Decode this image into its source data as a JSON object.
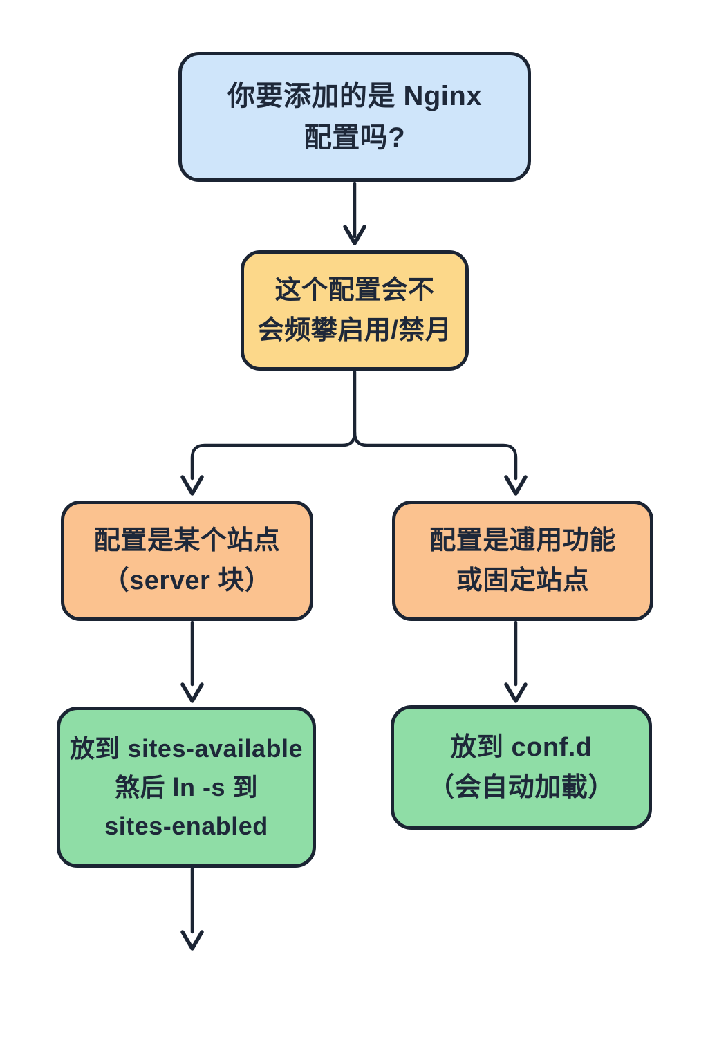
{
  "diagram": {
    "type": "flowchart",
    "background_color": "#ffffff",
    "stroke_color": "#1b2433",
    "text_color": "#1e2839",
    "nodes": {
      "start": {
        "shape": "rounded-rect",
        "fill": "#cfe5fa",
        "lines": [
          "你要添加的是 Nginx",
          "配置吗?"
        ]
      },
      "decision": {
        "shape": "rounded-rect",
        "fill": "#fcd88a",
        "lines": [
          "这个配置会不",
          "会频攀启用/禁月"
        ]
      },
      "branch_server": {
        "shape": "rounded-rect",
        "fill": "#fbc28f",
        "lines": [
          "配置是某个站点",
          "（server 块）"
        ]
      },
      "branch_general": {
        "shape": "rounded-rect",
        "fill": "#fbc28f",
        "lines": [
          "配置是逋用功能",
          "或固定站点"
        ]
      },
      "action_sites": {
        "shape": "rounded-rect",
        "fill": "#8fdda6",
        "lines": [
          "放到 sites-available",
          "煞后 ln -s 到",
          "sites-enabled"
        ]
      },
      "action_confd": {
        "shape": "rounded-rect",
        "fill": "#8fdda6",
        "lines": [
          "放到 conf.d",
          "（会自动加載）"
        ]
      }
    },
    "edges": [
      {
        "from": "start",
        "to": "decision",
        "direction": "down"
      },
      {
        "from": "decision",
        "to": "branch_server",
        "direction": "down-left"
      },
      {
        "from": "decision",
        "to": "branch_general",
        "direction": "down-right"
      },
      {
        "from": "branch_server",
        "to": "action_sites",
        "direction": "down"
      },
      {
        "from": "branch_general",
        "to": "action_confd",
        "direction": "down"
      },
      {
        "from": "action_sites",
        "to": "continues-below",
        "direction": "down"
      }
    ]
  }
}
